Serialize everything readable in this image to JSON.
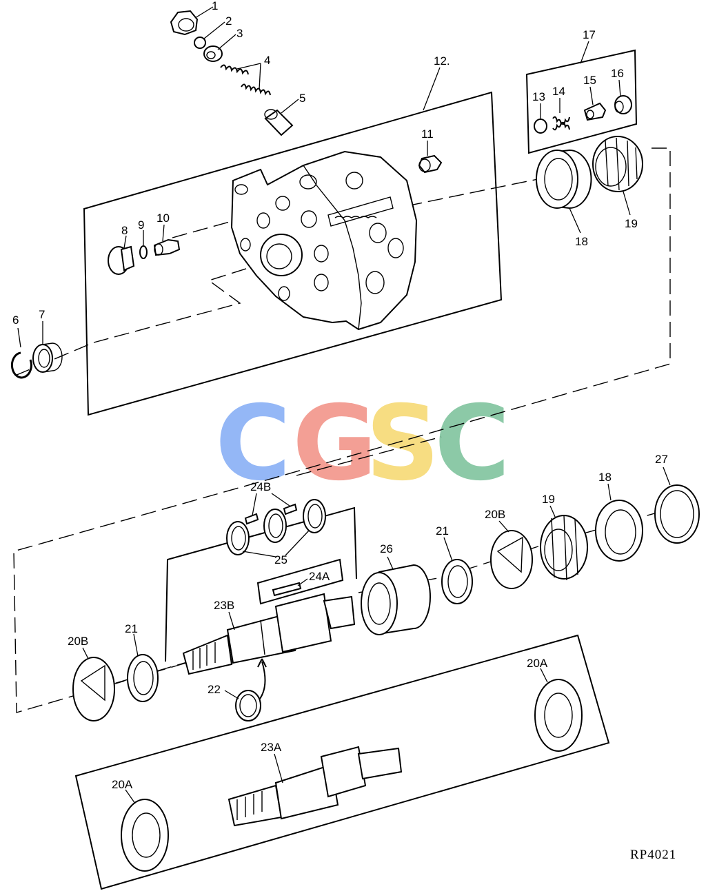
{
  "diagram": {
    "reference_code": "RP4021",
    "watermark": {
      "letters": [
        "C",
        "G",
        "S",
        "C"
      ],
      "colors": [
        "#8fb4f6",
        "#f39a90",
        "#f7dc7c",
        "#86c7a3"
      ]
    },
    "callouts": [
      {
        "id": "c1",
        "label": "1"
      },
      {
        "id": "c2",
        "label": "2"
      },
      {
        "id": "c3",
        "label": "3"
      },
      {
        "id": "c4",
        "label": "4"
      },
      {
        "id": "c5",
        "label": "5"
      },
      {
        "id": "c6",
        "label": "6"
      },
      {
        "id": "c7",
        "label": "7"
      },
      {
        "id": "c8",
        "label": "8"
      },
      {
        "id": "c9",
        "label": "9"
      },
      {
        "id": "c10",
        "label": "10"
      },
      {
        "id": "c11",
        "label": "11"
      },
      {
        "id": "c12",
        "label": "12."
      },
      {
        "id": "c13",
        "label": "13"
      },
      {
        "id": "c14",
        "label": "14"
      },
      {
        "id": "c15",
        "label": "15"
      },
      {
        "id": "c16",
        "label": "16"
      },
      {
        "id": "c17",
        "label": "17"
      },
      {
        "id": "c18a",
        "label": "18"
      },
      {
        "id": "c19a",
        "label": "19"
      },
      {
        "id": "c18b",
        "label": "18"
      },
      {
        "id": "c19b",
        "label": "19"
      },
      {
        "id": "c27",
        "label": "27"
      },
      {
        "id": "c20b1",
        "label": "20B"
      },
      {
        "id": "c21a",
        "label": "21"
      },
      {
        "id": "c26",
        "label": "26"
      },
      {
        "id": "c24b",
        "label": "24B"
      },
      {
        "id": "c25",
        "label": "25"
      },
      {
        "id": "c24a",
        "label": "24A"
      },
      {
        "id": "c23b",
        "label": "23B"
      },
      {
        "id": "c20b2",
        "label": "20B"
      },
      {
        "id": "c21b",
        "label": "21"
      },
      {
        "id": "c22",
        "label": "22"
      },
      {
        "id": "c20a1",
        "label": "20A"
      },
      {
        "id": "c23a",
        "label": "23A"
      },
      {
        "id": "c20a2",
        "label": "20A"
      }
    ]
  }
}
